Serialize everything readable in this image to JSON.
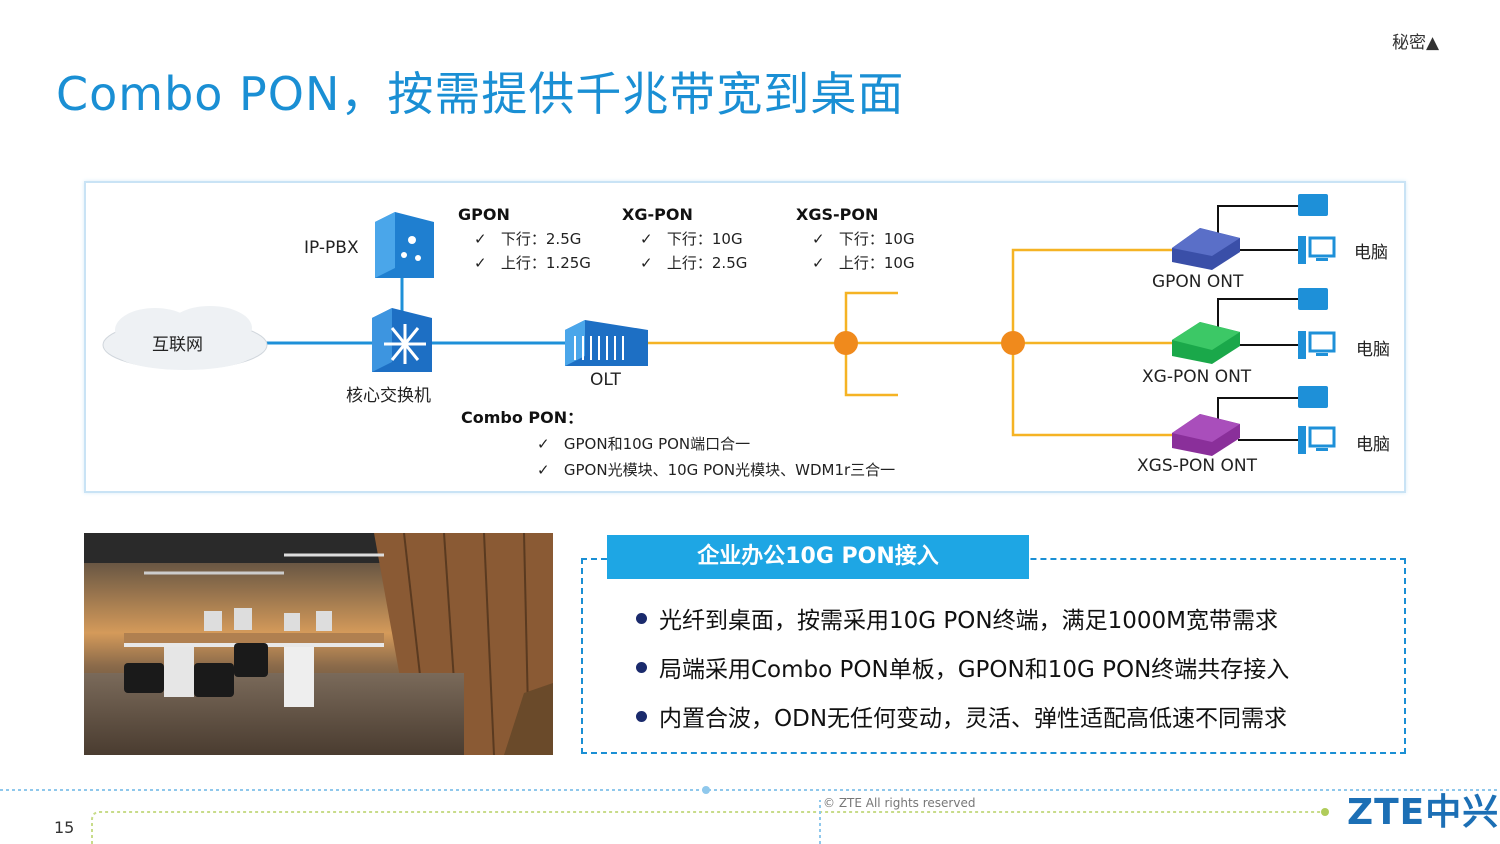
{
  "header": {
    "title": "Combo PON，按需提供千兆带宽到桌面",
    "classification": "秘密▲"
  },
  "diagram": {
    "internet_label": "互联网",
    "ippbx_label": "IP-PBX",
    "core_switch_label": "核心交换机",
    "olt_label": "OLT",
    "pon_types": [
      {
        "name": "GPON",
        "downstream": "下行：2.5G",
        "upstream": "上行：1.25G"
      },
      {
        "name": "XG-PON",
        "downstream": "下行：10G",
        "upstream": "上行：2.5G"
      },
      {
        "name": "XGS-PON",
        "downstream": "下行：10G",
        "upstream": "上行：10G"
      }
    ],
    "check_mark": "✓",
    "combo_title": "Combo PON：",
    "combo_points": [
      "GPON和10G PON端口合一",
      "GPON光模块、10G PON光模块、WDM1r三合一"
    ],
    "onts": [
      {
        "label": "GPON ONT",
        "pc_label": "电脑",
        "color": "#3a4fa8"
      },
      {
        "label": "XG-PON ONT",
        "pc_label": "电脑",
        "color": "#1aa84a"
      },
      {
        "label": "XGS-PON ONT",
        "pc_label": "电脑",
        "color": "#8a2f9a"
      }
    ],
    "colors": {
      "link_blue": "#1e90d8",
      "fiber_yellow": "#f5b324",
      "splitter_orange": "#f08a1c"
    }
  },
  "info_box": {
    "header": "企业办公10G PON接入",
    "bullets": [
      "光纤到桌面，按需采用10G PON终端，满足1000M宽带需求",
      "局端采用Combo PON单板，GPON和10G PON终端共存接入",
      "内置合波，ODN无任何变动，灵活、弹性适配高低速不同需求"
    ]
  },
  "footer": {
    "page_number": "15",
    "copyright": "© ZTE All rights reserved",
    "brand": "ZTE中兴"
  }
}
